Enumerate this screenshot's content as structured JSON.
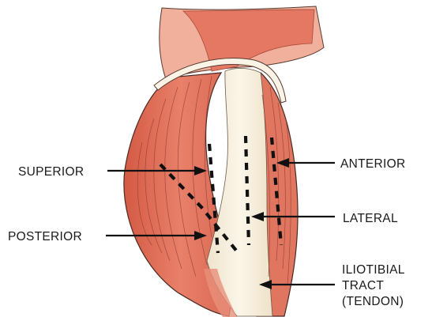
{
  "labels": {
    "superior": "SUPERIOR",
    "posterior": "POSTERIOR",
    "anterior": "ANTERIOR",
    "lateral": "LATERAL",
    "iliotibial_line1": "ILIOTIBIAL",
    "iliotibial_line2": "TRACT",
    "iliotibial_line3": "(TENDON)"
  },
  "colors": {
    "muscle": "#e2705a",
    "muscle_dark": "#c2503f",
    "skin": "#f0b3a0",
    "tendon": "#f6eedc",
    "outline": "#444444",
    "text": "#1a1a1a"
  }
}
